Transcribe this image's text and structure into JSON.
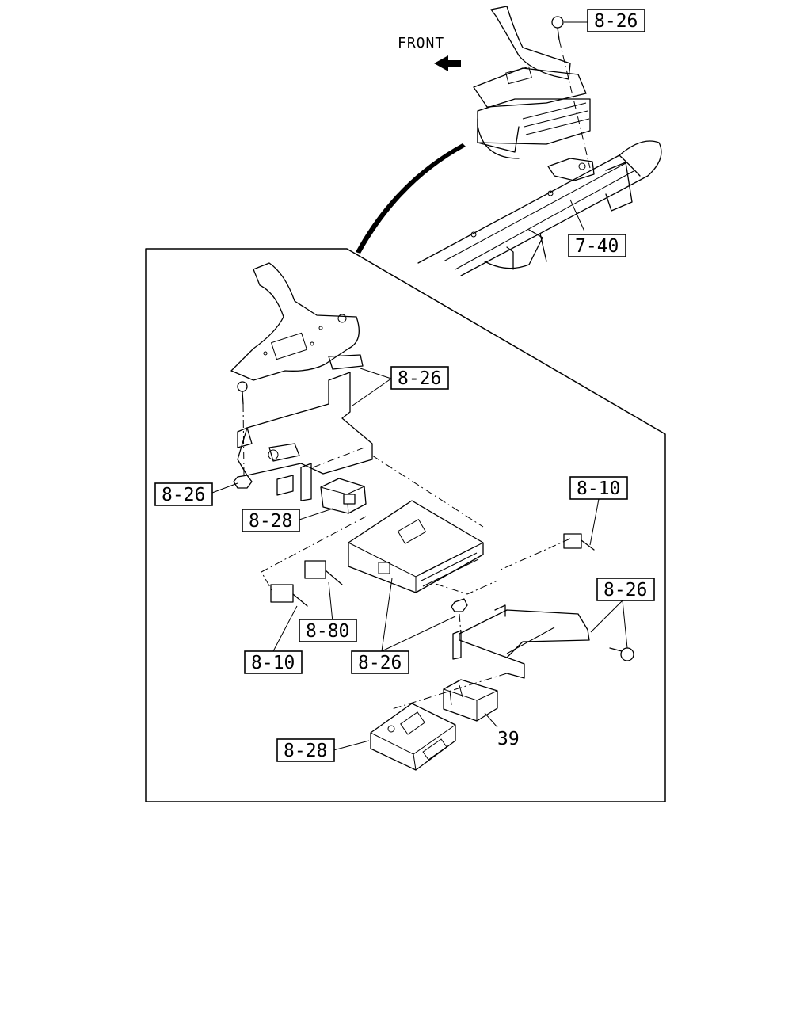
{
  "orientation": {
    "label": "FRONT",
    "icon": "front-arrow-icon"
  },
  "callouts": [
    {
      "id": "c-top-8-26",
      "text": "8-26"
    },
    {
      "id": "c-7-40",
      "text": "7-40"
    },
    {
      "id": "c-bracket-8-26",
      "text": "8-26"
    },
    {
      "id": "c-nut-8-26",
      "text": "8-26"
    },
    {
      "id": "c-8-28-upper",
      "text": "8-28"
    },
    {
      "id": "c-8-10-right",
      "text": "8-10"
    },
    {
      "id": "c-8-26-right",
      "text": "8-26"
    },
    {
      "id": "c-8-80",
      "text": "8-80"
    },
    {
      "id": "c-8-10-left",
      "text": "8-10"
    },
    {
      "id": "c-8-26-ecu",
      "text": "8-26"
    },
    {
      "id": "c-8-28-lower",
      "text": "8-28"
    }
  ],
  "part_numbers": [
    {
      "id": "p-39",
      "text": "39"
    }
  ]
}
